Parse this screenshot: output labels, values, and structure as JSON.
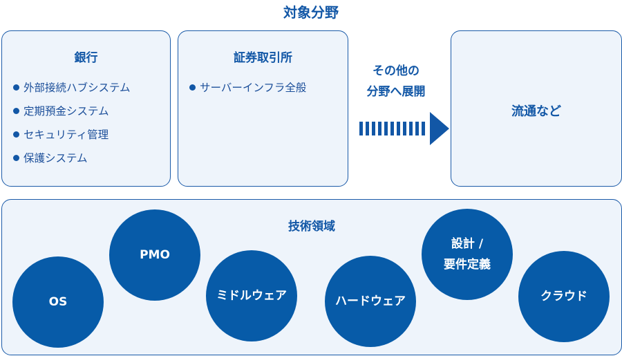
{
  "title": "対象分野",
  "banking": {
    "title": "銀行",
    "items": [
      "外部接続ハブシステム",
      "定期預金システム",
      "セキュリティ管理",
      "保護システム"
    ]
  },
  "securities": {
    "title": "証券取引所",
    "items": [
      "サーバーインフラ全般"
    ]
  },
  "expand": {
    "line1": "その他の",
    "line2": "分野へ展開"
  },
  "distribution": {
    "label": "流通など"
  },
  "tech": {
    "title": "技術領域",
    "circles": [
      {
        "label": "OS"
      },
      {
        "label": "PMO"
      },
      {
        "label": "ミドルウェア"
      },
      {
        "label": "ハードウェア"
      },
      {
        "line1": "設計 /",
        "line2": "要件定義"
      },
      {
        "label": "クラウド"
      }
    ]
  },
  "colors": {
    "primary": "#1257a6",
    "circle_fill": "#075ba8",
    "box_fill": "#eef4fb",
    "border": "#1a5aa8"
  }
}
